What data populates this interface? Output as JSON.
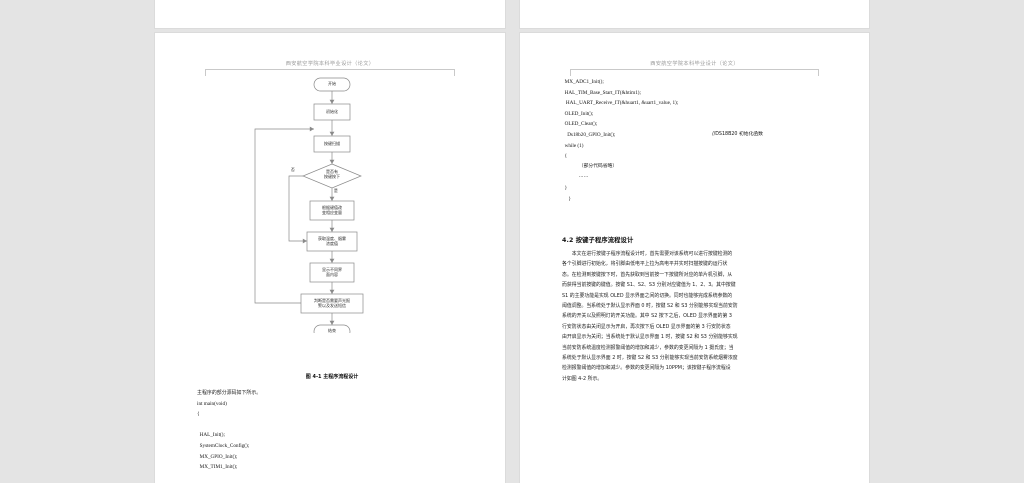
{
  "app": {
    "background_color": "#e4e4e4",
    "page_color": "#ffffff"
  },
  "header": {
    "running_title": "西安航空学院本科毕业设计（论文）"
  },
  "left_page": {
    "figure": {
      "caption": "图 4-1 主程序流程设计",
      "nodes": {
        "start": "开始",
        "init": "初始化",
        "key_scan": "按键扫描",
        "decision": "是否有\n按键按下",
        "decision_yes": "是",
        "decision_no": "否",
        "assign": "根据键值改\n变相应变量",
        "acquire": "获取温度、烟雾\n浓度值",
        "display": "显示不同界\n面内容",
        "alarm": "判断是否需要声光报\n警以及发送短信",
        "end": "结束"
      }
    },
    "intro_line": "主程序的部分源码如下所示。",
    "code_lines": [
      "int main(void)",
      "{",
      "",
      "  HAL_Init();",
      "  SystemClock_Config();",
      "  MX_GPIO_Init();",
      "  MX_TIM1_Init();"
    ]
  },
  "right_page": {
    "code_lines": [
      "  MX_ADC1_Init();",
      "  HAL_TIM_Base_Start_IT(&htim1);",
      "   HAL_UART_Receive_IT(&huart1, &uart1_value, 1);",
      "  OLED_Init();",
      "  OLED_Clear();",
      "    Ds18b20_GPIO_Init();",
      "  while (1)",
      "  {",
      "           （部分代码省略）",
      "           ……",
      "  }",
      "     }"
    ],
    "code_comment": "//DS18B20 初始化函数",
    "section_number": "4.2",
    "section_title": "按键子程序流程设计",
    "paragraph_lines": [
      "本文在进行按键子程序流程设计时，首先需要对该系统可以进行按键检测的",
      "各个引脚进行初始化，将引脚由低电平上拉为高电平并实时扫描按键的运行状",
      "态。在检测到按键按下时，首先获取到当前按一下按键所对应的单片机引脚，从",
      "而获得当前按键的键值。按键 S1、S2、S3 分别对应键值为 1、2、3。其中按键",
      "S1 的主要功能是实现 OLED 显示界面之间的切换。同时也能够完成系统参数的",
      "阈值调整。当系统处于默认显示界面 0 时，按键 S2 和 S3 分别能够实现当前安防",
      "系统的开关以及照明灯的开关功能。其中 S2 按下之后，OLED 显示界面的第 3",
      "行安防状态由关闭显示为开启，再次按下后 OLED 显示界面的第 3 行安防状态",
      "由开启显示为关闭；当系统处于默认显示界面 1 时，按键 S2 和 S3 分别能够实现",
      "当前安防系统温度检测报警阈值的增加和减少，参数的变更间隔为 1 摄氏度；当",
      "系统处于默认显示界面 2 时，按键 S2 和 S3 分别能够实现当前安防系统烟雾浓度",
      "检测报警阈值的增加和减少。参数的变更间隔为 10PPM；该按键子程序流程设",
      "计如图 4-2 所示。"
    ]
  }
}
